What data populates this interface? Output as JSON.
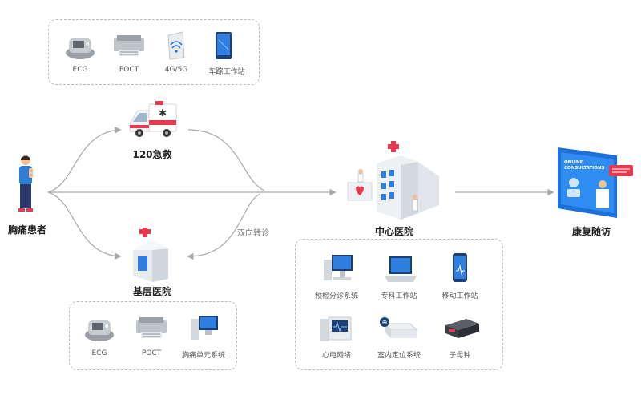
{
  "nodes": {
    "patient": "胸痛患者",
    "ambulance": "120急救",
    "clinic": "基层医院",
    "center": "中心医院",
    "rehab": "康复随访"
  },
  "edge_label": "双向转诊",
  "ambulance_devices": [
    "ECG",
    "POCT",
    "4G/5G",
    "车踪工作站"
  ],
  "clinic_devices": [
    "ECG",
    "POCT",
    "胸痛单元系统"
  ],
  "center_devices": [
    "预检分诊系统",
    "专科工作站",
    "移动工作站",
    "心电网络",
    "室内定位系统",
    "子母钟"
  ],
  "rehab_screen": {
    "line1": "ONLINE",
    "line2": "CONSULTATIONS"
  },
  "colors": {
    "accent": "#1e6fd9",
    "red": "#e53a4f",
    "line": "#a9a9a9"
  }
}
